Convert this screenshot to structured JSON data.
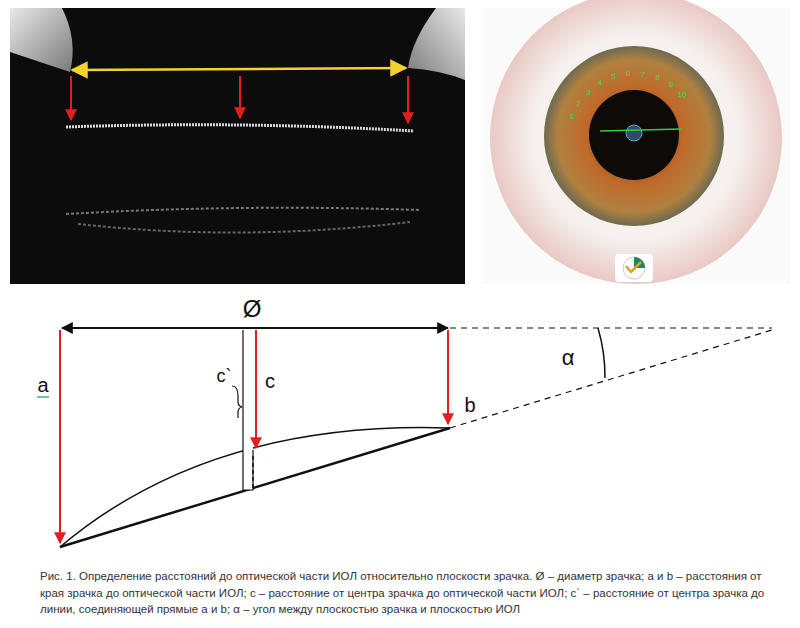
{
  "diagram": {
    "caption": "Рис. 1. Определение расстояний до оптической части ИОЛ относительно плоскости зрачка. Ø – диаметр зрачка; a и b – расстояния от края зрачка до оптической части ИОЛ; c – расстояние от центра зрачка до оптической части ИОЛ; c` – расстояние от центра зрачка до линии, соединяющей прямые a и b; α – угол между плоскостью зрачка и плоскостью ИОЛ",
    "labels": [
      "Ø",
      "a",
      "c`",
      "c",
      "b",
      "α",
      "1",
      "2",
      "3",
      "4",
      "5",
      "6",
      "7",
      "8",
      "9",
      "10"
    ]
  }
}
